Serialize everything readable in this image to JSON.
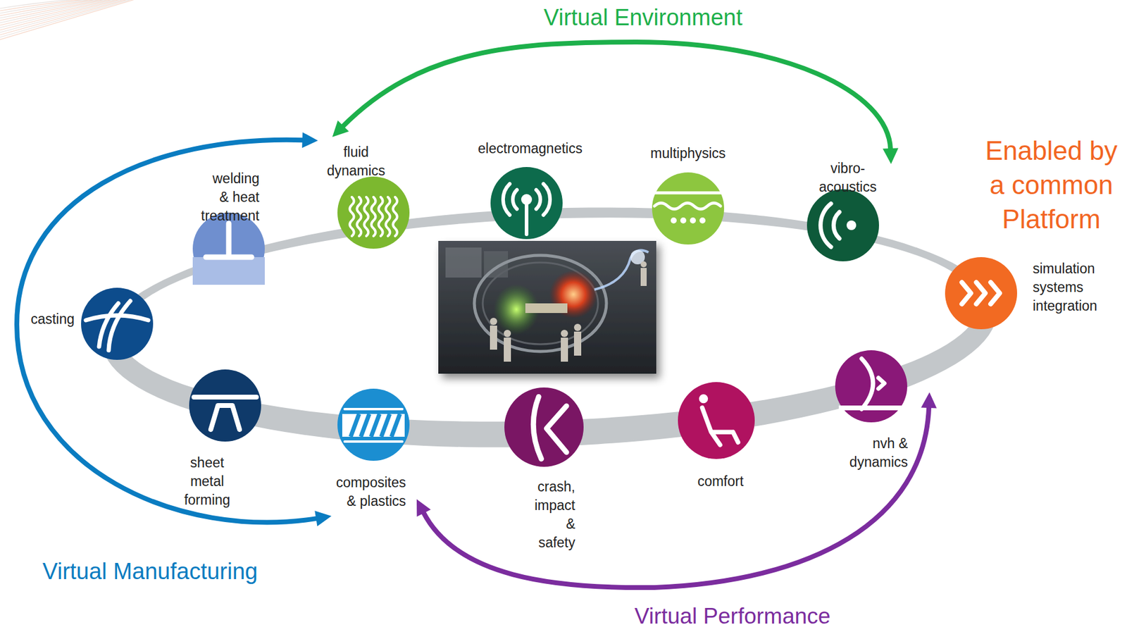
{
  "diagram": {
    "nodes": [
      {
        "text": [
          "welding & heat treatment"
        ]
      },
      {
        "text": [
          "fluid dynamics"
        ]
      },
      {
        "text": [
          "electromagnetics"
        ]
      },
      {
        "text": [
          "multiphysics"
        ]
      },
      {
        "text": [
          "vibro-acoustics"
        ]
      },
      {
        "text": [
          "casting"
        ]
      },
      {
        "text": [
          "simulation systems integration"
        ]
      },
      {
        "text": [
          "sheet metal forming"
        ]
      },
      {
        "text": [
          "composites & plastics"
        ]
      },
      {
        "text": [
          "crash, impact & safety"
        ]
      },
      {
        "text": [
          "comfort"
        ]
      },
      {
        "text": [
          "nvh & dynamics"
        ]
      }
    ],
    "edges": [
      {
        "from": 1,
        "to": 4,
        "label": "Virtual Environment",
        "arrow": "both"
      },
      {
        "from": 1,
        "to": 8,
        "label": "Virtual Manufacturing",
        "arrow": "both"
      },
      {
        "from": 8,
        "to": 11,
        "label": "Virtual Performance",
        "arrow": "both"
      }
    ],
    "labels": [
      "Enabled by a common Platform"
    ]
  }
}
